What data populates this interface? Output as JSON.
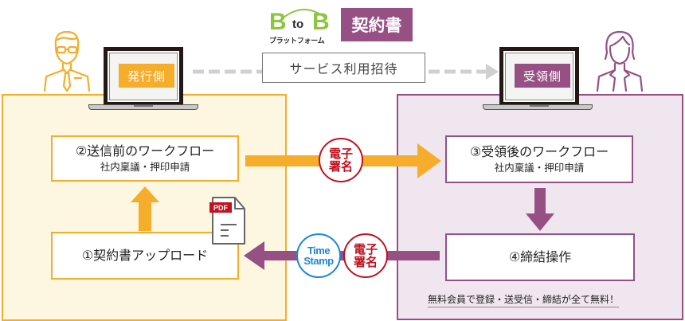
{
  "logo": {
    "b_left": "B",
    "to": "to",
    "b_right": "B",
    "subtitle": "プラットフォーム",
    "badge": "契約書"
  },
  "issuer": {
    "label": "発行側",
    "icon": "businessman-icon",
    "color": "#f5ad2b"
  },
  "receiver": {
    "label": "受領側",
    "icon": "businesswoman-icon",
    "color": "#965084"
  },
  "invitation": {
    "label": "サービス利用招待"
  },
  "steps": [
    {
      "title": "①契約書アップロード",
      "subtitle": ""
    },
    {
      "title": "②送信前のワークフロー",
      "subtitle": "社内稟議・押印申請"
    },
    {
      "title": "③受領後のワークフロー",
      "subtitle": "社内稟議・押印申請"
    },
    {
      "title": "④締結操作",
      "subtitle": ""
    }
  ],
  "seals": {
    "esign_top": [
      "電子",
      "署名"
    ],
    "esign_bottom": [
      "電子",
      "署名"
    ],
    "timestamp": [
      "Time",
      "Stamp"
    ]
  },
  "pdf_icon": {
    "label": "PDF"
  },
  "note": "無料会員で登録・送受信・締結が全て無料！",
  "colors": {
    "issuer_bg": "#fdf6e1",
    "receiver_bg": "#efe6ef",
    "esign_red": "#c1121f",
    "timestamp_blue": "#1e86d6",
    "invite_gray": "#d0d0d0"
  }
}
